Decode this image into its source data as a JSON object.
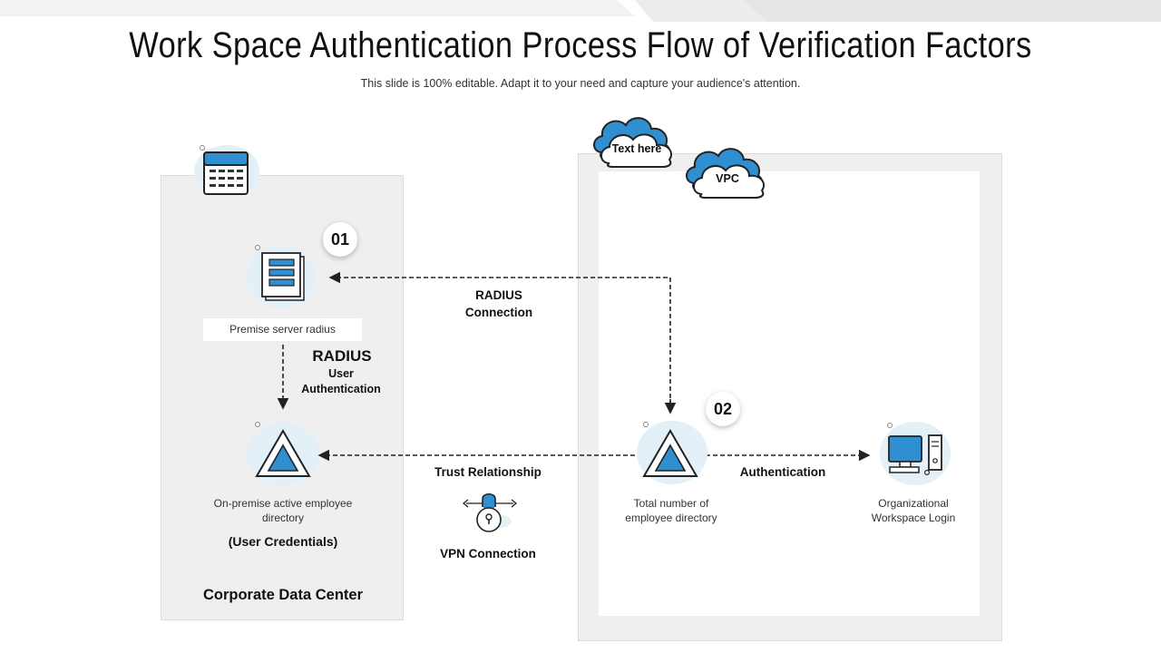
{
  "header": {
    "title": "Work Space Authentication Process Flow of Verification Factors",
    "subtitle": "This slide is 100% editable. Adapt it to your need and capture your audience's attention."
  },
  "clouds": {
    "cloud1": "Text here",
    "cloud2": "VPC"
  },
  "steps": {
    "step1": "01",
    "step2": "02"
  },
  "left_panel": {
    "server_label": "Premise server radius",
    "radius_title": "RADIUS",
    "radius_sub": "User\nAuthentication",
    "directory_label": "On-premise active employee\ndirectory",
    "credentials": "(User Credentials)",
    "footer": "Corporate Data Center"
  },
  "connections": {
    "radius_connection": "RADIUS\nConnection",
    "trust": "Trust Relationship",
    "vpn": "VPN Connection",
    "authentication": "Authentication"
  },
  "right_panel": {
    "total_directory": "Total number of\nemployee directory",
    "workspace_login": "Organizational\nWorkspace Login"
  },
  "colors": {
    "accent": "#2f8fd0",
    "light_blue": "#e3f0f8",
    "panel": "#efefef"
  }
}
